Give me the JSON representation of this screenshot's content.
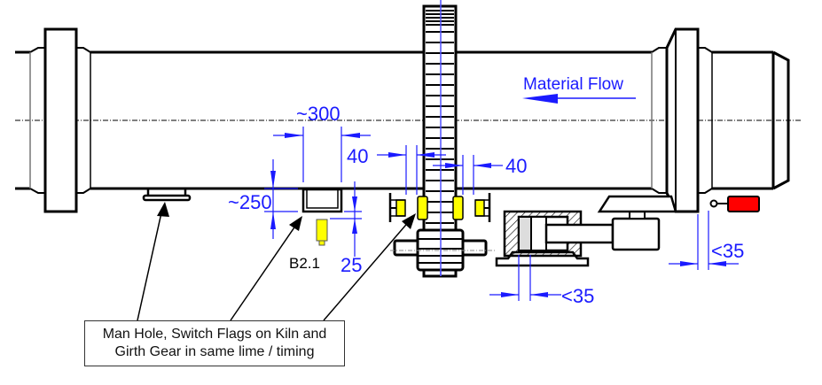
{
  "diagram": {
    "title_flow_label": "Material Flow",
    "flow_direction": "left",
    "colors": {
      "dimension": "#1a1aff",
      "outline": "#000000",
      "switch_flag": "#ffff00",
      "sensor_red": "#ff0000"
    },
    "dimensions": {
      "manhole_width": "~300",
      "manhole_depth": "~250",
      "flag_gap": "25",
      "gear_flag_left": "40",
      "gear_flag_right": "40",
      "tyre_gap": "<35",
      "roller_gap": "<35"
    },
    "labels": {
      "sensor": "B2.1"
    },
    "note": {
      "line1": "Man Hole, Switch Flags on Kiln and",
      "line2": "Girth Gear in same lime / timing"
    }
  }
}
